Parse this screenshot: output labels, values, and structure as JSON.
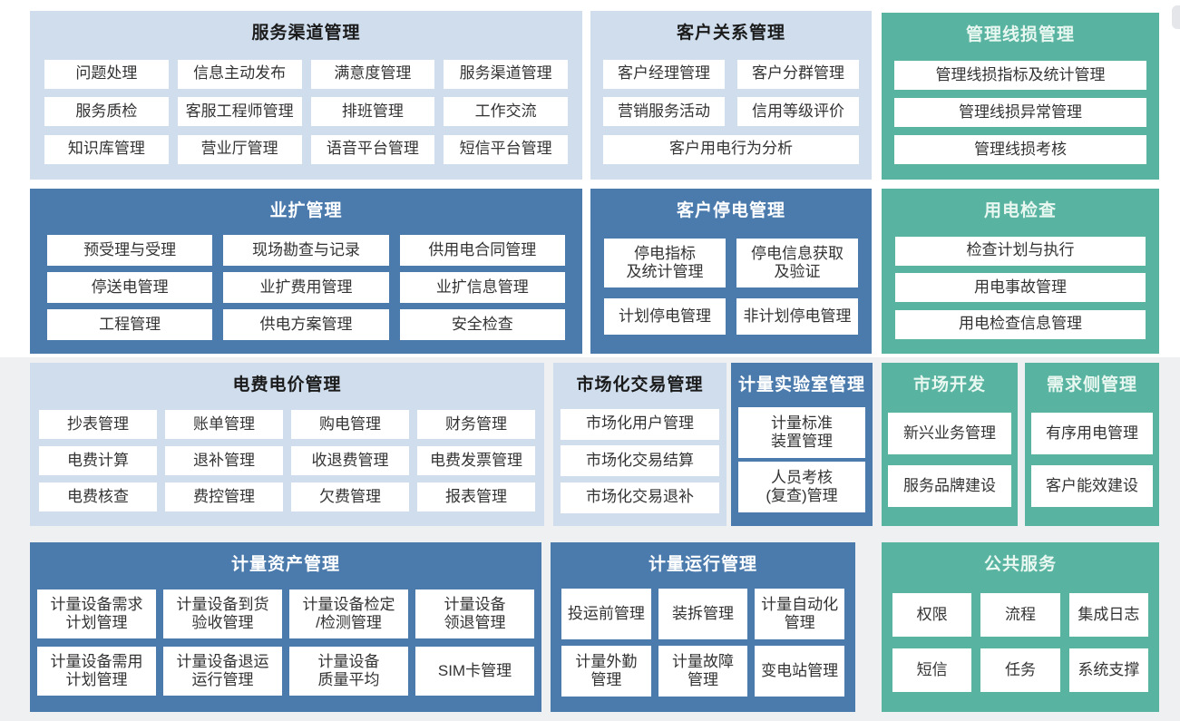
{
  "colors": {
    "panel_light": "#cfdded",
    "panel_dark": "#4b7bad",
    "panel_teal": "#58b3a0",
    "background_band": "#eef0f1",
    "item_background": "#ffffff",
    "item_text": "#333333"
  },
  "panels": [
    {
      "id": "service-channel",
      "title": "服务渠道管理",
      "theme": "light",
      "items": [
        "问题处理",
        "信息主动发布",
        "满意度管理",
        "服务渠道管理",
        "服务质检",
        "客服工程师管理",
        "排班管理",
        "工作交流",
        "知识库管理",
        "营业厅管理",
        "语音平台管理",
        "短信平台管理"
      ]
    },
    {
      "id": "customer-relation",
      "title": "客户关系管理",
      "theme": "light",
      "items": [
        "客户经理管理",
        "客户分群管理",
        "营销服务活动",
        "信用等级评价",
        "客户用电行为分析"
      ]
    },
    {
      "id": "line-loss",
      "title": "管理线损管理",
      "theme": "teal",
      "items": [
        "管理线损指标及统计管理",
        "管理线损异常管理",
        "管理线损考核"
      ]
    },
    {
      "id": "business-expansion",
      "title": "业扩管理",
      "theme": "dark",
      "items": [
        "预受理与受理",
        "现场勘查与记录",
        "供用电合同管理",
        "停送电管理",
        "业扩费用管理",
        "业扩信息管理",
        "工程管理",
        "供电方案管理",
        "安全检查"
      ]
    },
    {
      "id": "customer-outage",
      "title": "客户停电管理",
      "theme": "dark",
      "items": [
        "停电指标\n及统计管理",
        "停电信息获取\n及验证",
        "计划停电管理",
        "非计划停电管理"
      ]
    },
    {
      "id": "power-inspection",
      "title": "用电检查",
      "theme": "teal",
      "items": [
        "检查计划与执行",
        "用电事故管理",
        "用电检查信息管理"
      ]
    },
    {
      "id": "billing-tariff",
      "title": "电费电价管理",
      "theme": "light",
      "items": [
        "抄表管理",
        "账单管理",
        "购电管理",
        "财务管理",
        "电费计算",
        "退补管理",
        "收退费管理",
        "电费发票管理",
        "电费核查",
        "费控管理",
        "欠费管理",
        "报表管理"
      ]
    },
    {
      "id": "market-trade",
      "title": "市场化交易管理",
      "theme": "light",
      "items": [
        "市场化用户管理",
        "市场化交易结算",
        "市场化交易退补"
      ]
    },
    {
      "id": "metering-lab",
      "title": "计量实验室管理",
      "theme": "dark",
      "items": [
        "计量标准\n装置管理",
        "人员考核\n(复查)管理"
      ]
    },
    {
      "id": "market-development",
      "title": "市场开发",
      "theme": "teal",
      "items": [
        "新兴业务管理",
        "服务品牌建设"
      ]
    },
    {
      "id": "demand-side",
      "title": "需求侧管理",
      "theme": "teal",
      "items": [
        "有序用电管理",
        "客户能效建设"
      ]
    },
    {
      "id": "metering-asset",
      "title": "计量资产管理",
      "theme": "dark",
      "items": [
        "计量设备需求\n计划管理",
        "计量设备到货\n验收管理",
        "计量设备检定\n/检测管理",
        "计量设备\n领退管理",
        "计量设备需用\n计划管理",
        "计量设备退运\n运行管理",
        "计量设备\n质量平均",
        "SIM卡管理"
      ]
    },
    {
      "id": "metering-operation",
      "title": "计量运行管理",
      "theme": "dark",
      "items": [
        "投运前管理",
        "装拆管理",
        "计量自动化\n管理",
        "计量外勤\n管理",
        "计量故障\n管理",
        "变电站管理"
      ]
    },
    {
      "id": "public-service",
      "title": "公共服务",
      "theme": "teal",
      "items": [
        "权限",
        "流程",
        "集成日志",
        "短信",
        "任务",
        "系统支撑"
      ]
    }
  ]
}
